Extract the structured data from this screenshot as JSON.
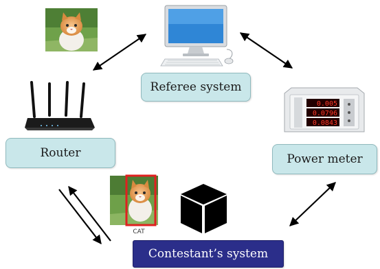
{
  "nodes": {
    "referee": {
      "label": "Referee system"
    },
    "router": {
      "label": "Router"
    },
    "power_meter": {
      "label": "Power meter"
    },
    "contestant": {
      "label": "Contestant’s system"
    }
  },
  "detection": {
    "label": "CAT",
    "box_color": "#e02020"
  },
  "power_meter_readouts": [
    "0.005",
    "0.0796",
    "0.0843"
  ],
  "colors": {
    "box_fill": "#c9e7ea",
    "box_border": "#8fb9bd",
    "contestant_fill": "#2b2e8a",
    "arrow": "#000000"
  },
  "icons": [
    "cat-photo-icon",
    "computer-icon",
    "router-icon",
    "power-meter-icon",
    "black-box-icon"
  ]
}
